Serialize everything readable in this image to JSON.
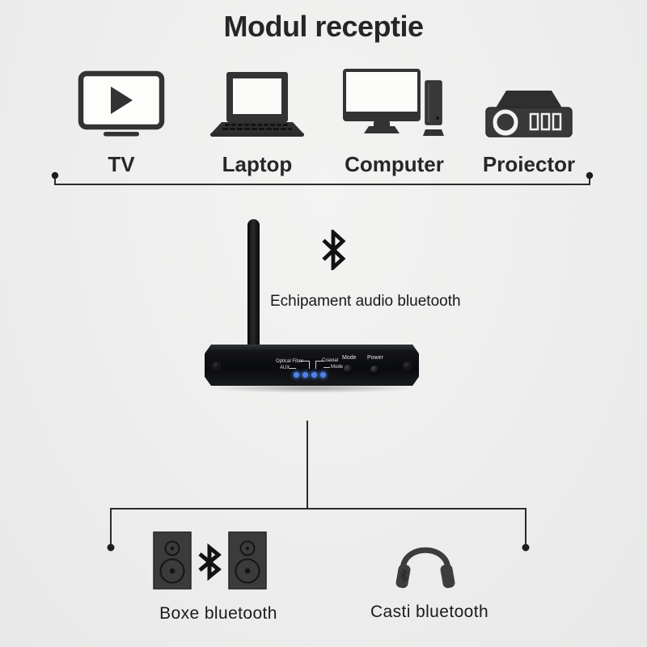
{
  "title": "Modul receptie",
  "sources": {
    "items": [
      {
        "label": "TV"
      },
      {
        "label": "Laptop"
      },
      {
        "label": "Computer"
      },
      {
        "label": "Proiector"
      }
    ]
  },
  "receiver": {
    "caption": "Echipament audio bluetooth",
    "panel": {
      "optical_fiber_label": "Optical Fiber",
      "aux_label": "AUX",
      "coaxial_label": "Coaxial",
      "coaxial_mode_label": "Mode",
      "mode_button_label": "Mode",
      "power_button_label": "Power",
      "led_count": 4,
      "led_color": "#4d82e8"
    }
  },
  "outputs": {
    "items": [
      {
        "label": "Boxe bluetooth"
      },
      {
        "label": "Casti bluetooth"
      }
    ]
  },
  "colors": {
    "background": "#ededec",
    "icon_dark": "#333333",
    "text": "#222222",
    "device_body": "#0e0f12",
    "led": "#4d82e8",
    "connector": "#2b2b2b"
  }
}
